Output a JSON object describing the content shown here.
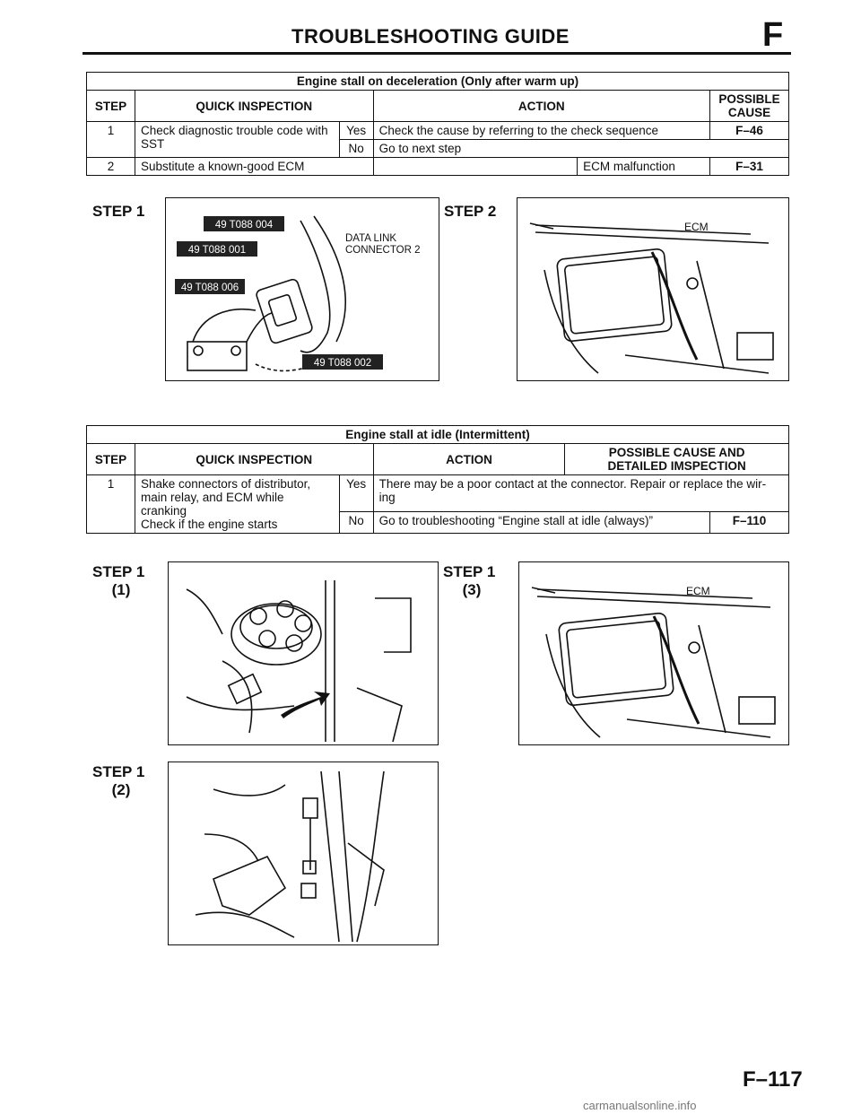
{
  "header": {
    "title": "TROUBLESHOOTING GUIDE",
    "section_letter": "F"
  },
  "table1": {
    "title": "Engine stall on deceleration (Only after warm up)",
    "headers": {
      "step": "STEP",
      "quick_inspection": "QUICK INSPECTION",
      "action": "ACTION",
      "possible_cause": "POSSIBLE CAUSE"
    },
    "rows": [
      {
        "step": "1",
        "inspection_line1": "Check diagnostic trouble code with",
        "inspection_line2": "SST",
        "yes_label": "Yes",
        "yes_action": "Check the cause by referring to the check sequence",
        "yes_ref": "F–46",
        "no_label": "No",
        "no_action": "Go to next step"
      },
      {
        "step": "2",
        "inspection": "Substitute a known-good ECM",
        "cause": "ECM malfunction",
        "ref": "F–31"
      }
    ]
  },
  "figures_1": {
    "step1_label": "STEP 1",
    "step2_label": "STEP 2",
    "tags": [
      "49 T088 004",
      "49 T088 001",
      "49 T088 006",
      "49 T088 002"
    ],
    "data_link_line1": "DATA LINK",
    "data_link_line2": "CONNECTOR 2",
    "ecm_label": "ECM"
  },
  "table2": {
    "title": "Engine stall at idle (Intermittent)",
    "headers": {
      "step": "STEP",
      "quick_inspection": "QUICK INSPECTION",
      "action": "ACTION",
      "possible_cause_line1": "POSSIBLE CAUSE AND",
      "possible_cause_line2": "DETAILED IMSPECTION"
    },
    "row": {
      "step": "1",
      "inspection_lines": [
        "Shake connectors of distributor,",
        "main relay, and ECM while",
        "cranking",
        "Check if the engine starts"
      ],
      "yes_label": "Yes",
      "yes_action_line1": "There may be a poor contact at the connector. Repair or replace the wir-",
      "yes_action_line2": "ing",
      "no_label": "No",
      "no_action": "Go to troubleshooting “Engine stall at idle (always)”",
      "no_ref": "F–110"
    }
  },
  "figures_2": {
    "step1_1": {
      "label": "STEP 1",
      "sub": "(1)"
    },
    "step1_3": {
      "label": "STEP 1",
      "sub": "(3)"
    },
    "step1_2": {
      "label": "STEP 1",
      "sub": "(2)"
    },
    "ecm_label": "ECM"
  },
  "footer": {
    "page_number": "F–117",
    "watermark": "carmanualsonline.info"
  }
}
